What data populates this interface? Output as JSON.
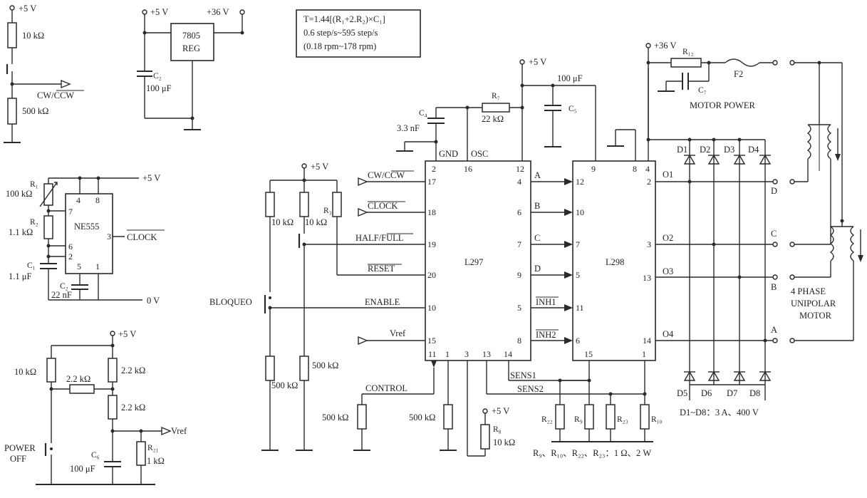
{
  "formula_box": {
    "line1": "T=1.44[(R₁+2.R₂)×C₁]",
    "line2": "0.6 step/s~595 step/s",
    "line3": "(0.18 rpm~178 rpm)"
  },
  "direction_switch": {
    "supply": "+5 V",
    "r_top": "10 kΩ",
    "r_bottom": "500 kΩ",
    "output": "CW/CCW"
  },
  "regulator": {
    "in_supply": "+36 V",
    "out_supply": "+5 V",
    "name_line1": "7805",
    "name_line2": "REG",
    "cap_name": "C₂",
    "cap_value": "100 μF"
  },
  "timer": {
    "chip": "NE555",
    "supply": "+5 V",
    "ground": "0 V",
    "output": "CLOCK",
    "r1_name": "R₁",
    "r1_value": "100 kΩ",
    "r2_name": "R₂",
    "r2_value": "1.1 kΩ",
    "c1_name": "C₁",
    "c1_value": "1.1 μF",
    "c2_name": "C₂",
    "c2_value": "22 nF",
    "pins": [
      "4",
      "8",
      "7",
      "6",
      "2",
      "5",
      "1",
      "3"
    ]
  },
  "power_off": {
    "supply": "+5 V",
    "r_left": "10 kΩ",
    "r_mid": "2.2 kΩ",
    "r_top": "2.2 kΩ",
    "r_bottom": "2.2 kΩ",
    "switch_line1": "POWER",
    "switch_line2": "OFF",
    "cap_name": "C₆",
    "cap_value": "100 μF",
    "r21_name": "R₂₁",
    "r21_value": "1 kΩ",
    "vref": "Vref"
  },
  "controller": {
    "chip": "L297",
    "supply": "+5 V",
    "inputs": [
      {
        "label": "CW/CCW",
        "pin": "17"
      },
      {
        "label": "CLOCK",
        "pin": "18"
      },
      {
        "label": "HALF/FULL",
        "pin": "19"
      },
      {
        "label": "RESET",
        "pin": "20"
      },
      {
        "label": "ENABLE",
        "pin": "10"
      },
      {
        "label": "Vref",
        "pin": "15"
      }
    ],
    "outputs": [
      {
        "label": "A",
        "pin": "4"
      },
      {
        "label": "B",
        "pin": "6"
      },
      {
        "label": "C",
        "pin": "7"
      },
      {
        "label": "D",
        "pin": "9"
      },
      {
        "label": "INH1",
        "pin": "5"
      },
      {
        "label": "INH2",
        "pin": "8"
      }
    ],
    "top_pins": [
      "2",
      "16",
      "12"
    ],
    "top_labels": [
      "GND",
      "OSC"
    ],
    "bottom_pins": [
      "11",
      "1",
      "3",
      "13",
      "14"
    ],
    "c4_name": "C₄",
    "c4_value": "3.3 nF",
    "r7_name": "R₇",
    "r7_value": "22 kΩ",
    "r_left_1": "10 kΩ",
    "r_left_2": "10 kΩ",
    "r3_name": "R₃",
    "bloqueo": "BLOQUEO",
    "r_bot_1": "500 kΩ",
    "r_bot_2": "500 kΩ",
    "control": "CONTROL",
    "r_control": "500 kΩ",
    "r_pin1": "500 kΩ",
    "r8_name": "R₈",
    "r8_value": "10 kΩ",
    "r8_supply": "+5 V",
    "sens1": "SENS1",
    "sens2": "SENS2"
  },
  "driver": {
    "chip": "L298",
    "inputs": [
      {
        "pin": "12"
      },
      {
        "pin": "10"
      },
      {
        "pin": "7"
      },
      {
        "pin": "5"
      },
      {
        "pin": "11"
      },
      {
        "pin": "6"
      }
    ],
    "top_pins": [
      "9",
      "8",
      "4"
    ],
    "out_pins": [
      "2",
      "3",
      "13",
      "14"
    ],
    "out_labels": [
      "O1",
      "O2",
      "O3",
      "O4"
    ],
    "bottom_pins": [
      "15",
      "1"
    ],
    "c5_cap": "100 μF",
    "c5_name": "C₅"
  },
  "motor_power": {
    "supply": "+36 V",
    "r12_name": "R₁₂",
    "c7_name": "C₇",
    "fuse": "F2",
    "label": "MOTOR POWER"
  },
  "diodes": {
    "top": [
      "D1",
      "D2",
      "D3",
      "D4"
    ],
    "bottom": [
      "D5",
      "D6",
      "D7",
      "D8"
    ],
    "note": "D1~D8：3 A、400 V"
  },
  "sense_resistors": {
    "names": [
      "R₂₂",
      "R₉",
      "R₂₃",
      "R₁₀"
    ],
    "note": "R₉、R₁₀、R₂₂、R₂₃：1 Ω、2 W"
  },
  "motor": {
    "terminals": [
      "D",
      "C",
      "B",
      "A"
    ],
    "line1": "4 PHASE",
    "line2": "UNIPOLAR",
    "line3": "MOTOR"
  }
}
